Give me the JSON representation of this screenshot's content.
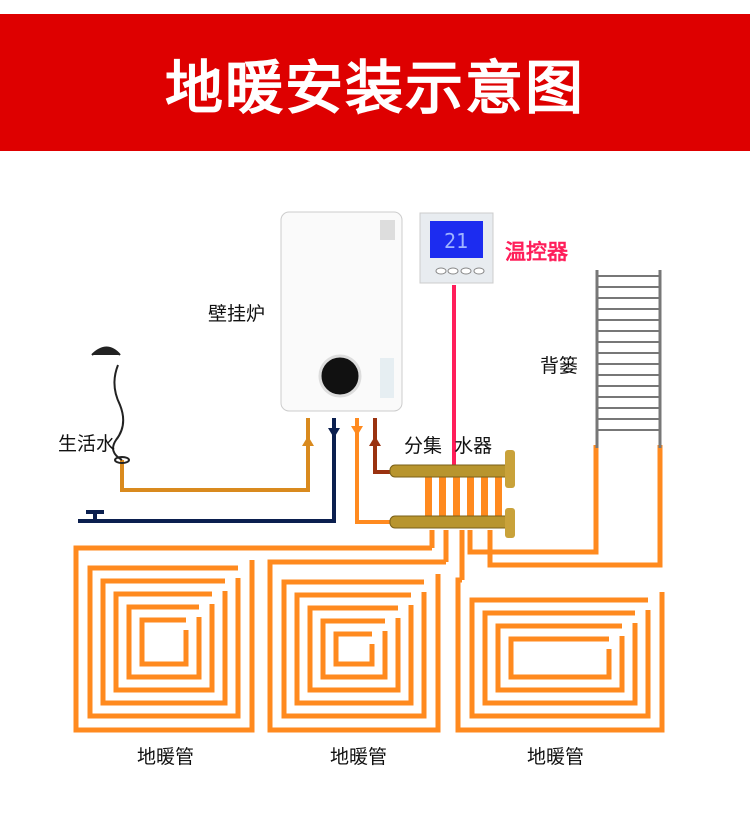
{
  "title": "地暖安装示意图",
  "labels": {
    "boiler": "壁挂炉",
    "thermostat": "温控器",
    "radiator": "背篓",
    "domestic_water": "生活水",
    "manifold": "分集  水器",
    "floor_pipe_1": "地暖管",
    "floor_pipe_2": "地暖管",
    "floor_pipe_3": "地暖管"
  },
  "thermostat_display": "21",
  "colors": {
    "banner": "#de0000",
    "pipe_orange": "#ff8a1f",
    "pipe_gold": "#d98a1e",
    "pipe_navy": "#0b1f4f",
    "pipe_brown": "#9a3210",
    "signal": "#ff1e5a"
  }
}
